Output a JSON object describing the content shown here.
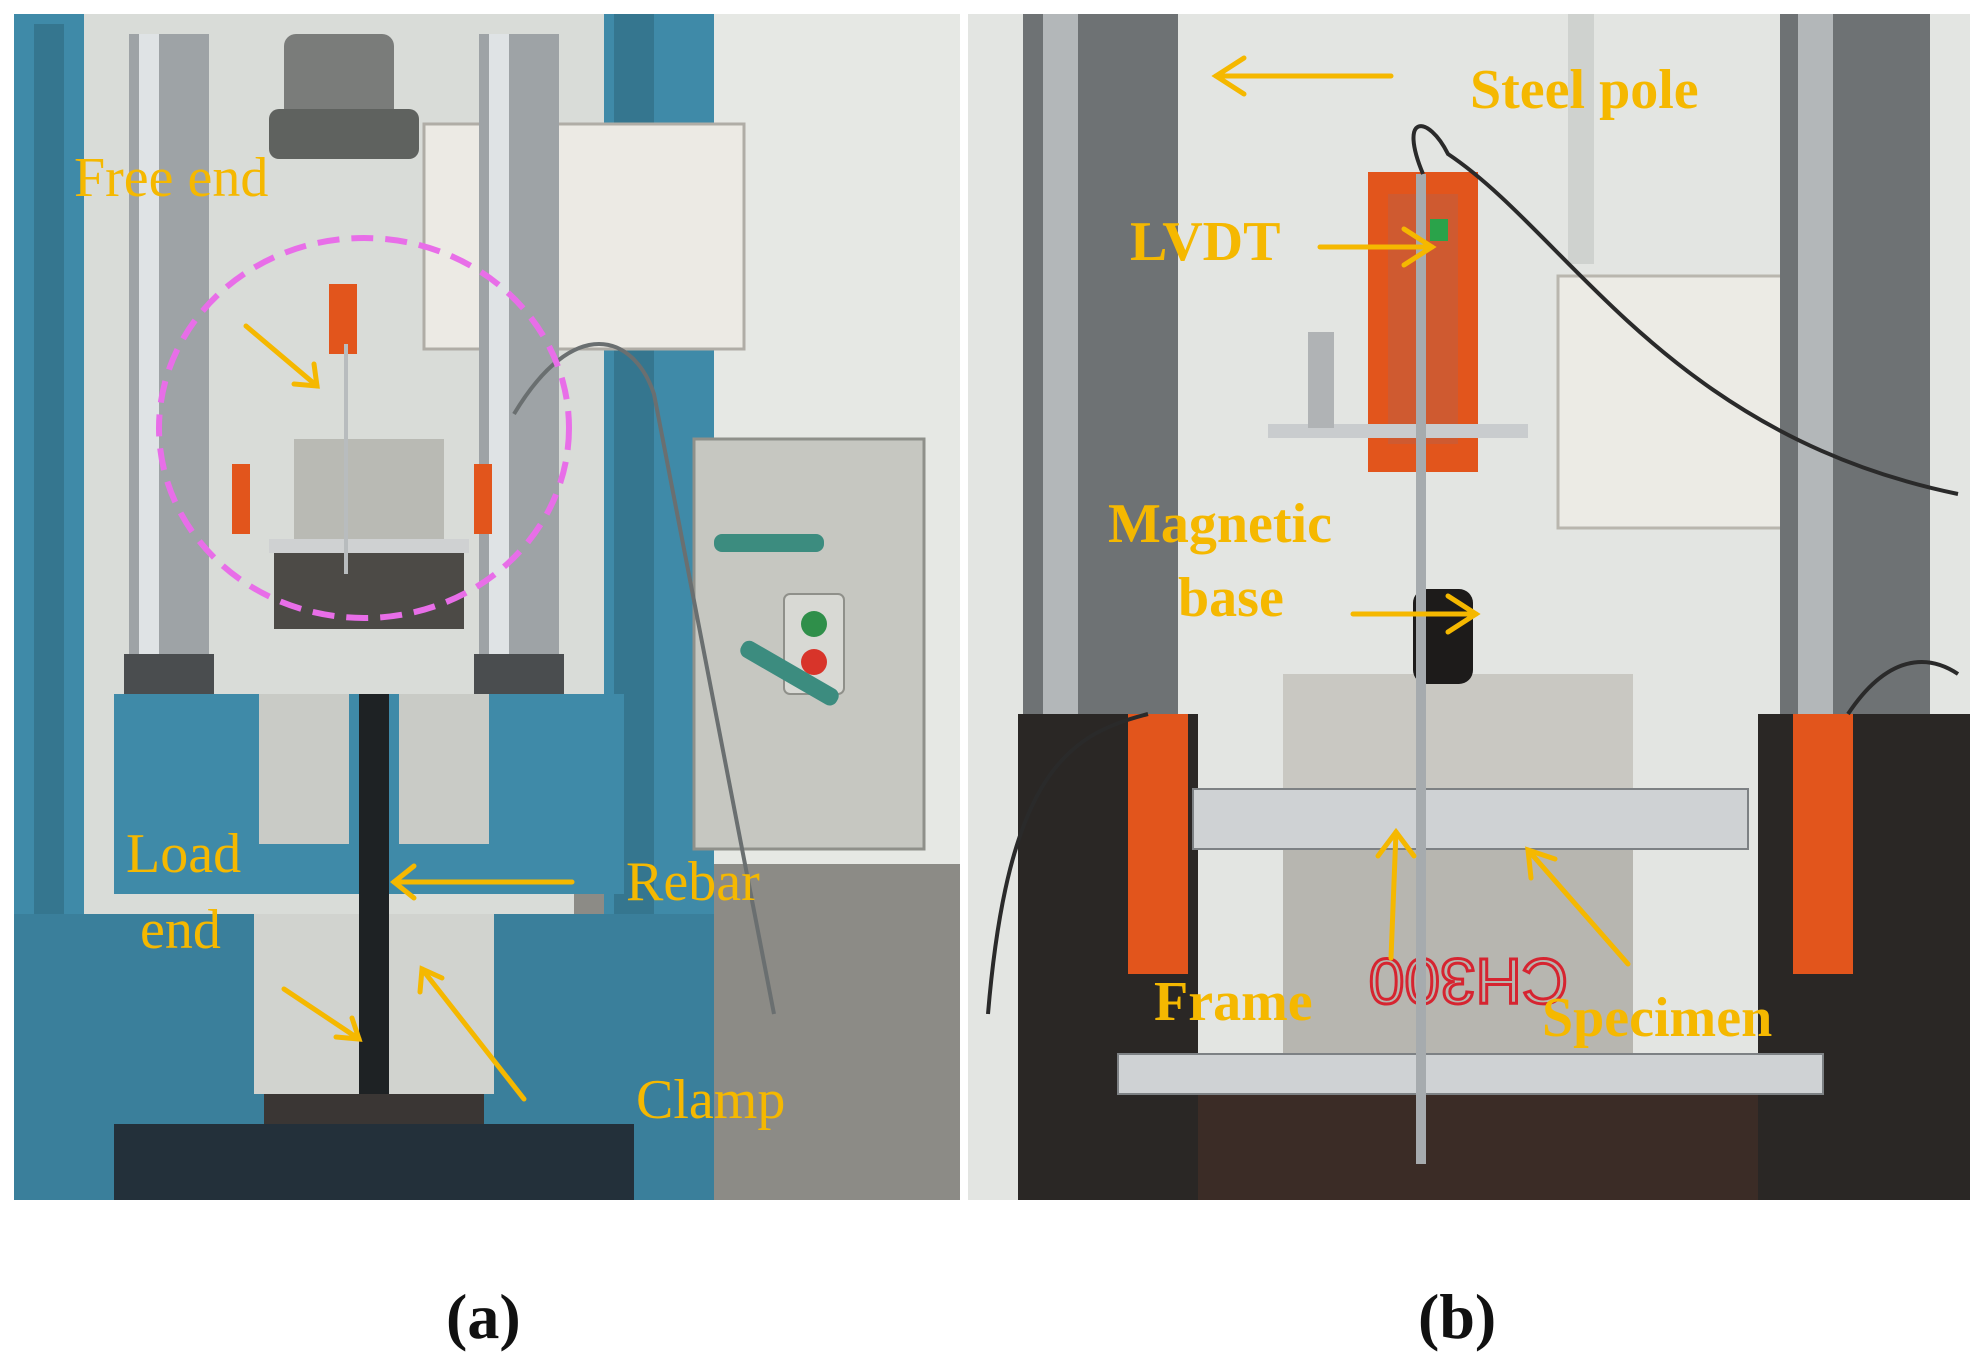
{
  "panel_a": {
    "caption": "(a)",
    "labels": {
      "free_end": "Free end",
      "load": "Load",
      "end": "end",
      "rebar": "Rebar",
      "clamp": "Clamp"
    }
  },
  "panel_b": {
    "caption": "(b)",
    "labels": {
      "steel_pole": "Steel pole",
      "lvdt": "LVDT",
      "magnetic": "Magnetic",
      "base": "base",
      "frame": "Frame",
      "specimen": "Specimen"
    }
  },
  "specimen_marking": "CH300",
  "colors": {
    "label": "#f5b800",
    "highlight_circle": "#e86ee8",
    "machine_blue": "#3f8aa8",
    "lvdt_orange": "#e2551c"
  }
}
